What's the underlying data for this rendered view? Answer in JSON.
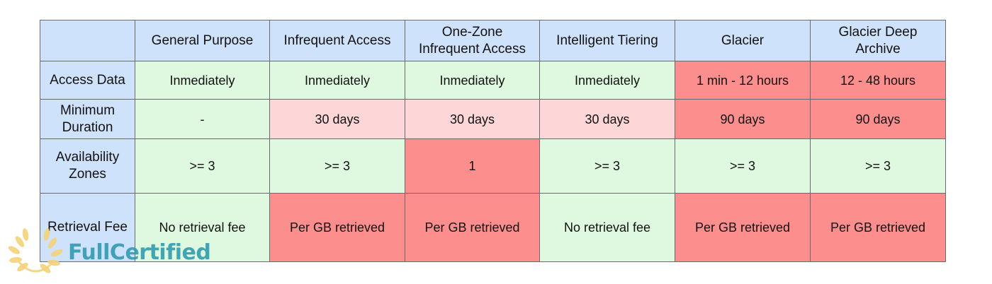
{
  "colors": {
    "header_blue": "#cfe2fc",
    "ok_green": "#dff8e0",
    "warn_pink": "#fdd6d8",
    "bad_red": "#fd8e8e",
    "border": "#6b6b6b"
  },
  "table": {
    "columns": [
      "",
      "General Purpose",
      "Infrequent Access",
      "One-Zone\nInfrequent Access",
      "Intelligent Tiering",
      "Glacier",
      "Glacier Deep\nArchive"
    ],
    "rows": [
      {
        "label": "Access Data",
        "cells": [
          {
            "text": "Inmediately",
            "status": "green"
          },
          {
            "text": "Inmediately",
            "status": "green"
          },
          {
            "text": "Inmediately",
            "status": "green"
          },
          {
            "text": "Inmediately",
            "status": "green"
          },
          {
            "text": "1 min - 12 hours",
            "status": "red"
          },
          {
            "text": "12 - 48 hours",
            "status": "red"
          }
        ]
      },
      {
        "label": "Minimum\nDuration",
        "cells": [
          {
            "text": "-",
            "status": "green"
          },
          {
            "text": "30 days",
            "status": "pink"
          },
          {
            "text": "30 days",
            "status": "pink"
          },
          {
            "text": "30 days",
            "status": "pink"
          },
          {
            "text": "90 days",
            "status": "red"
          },
          {
            "text": "90 days",
            "status": "red"
          }
        ]
      },
      {
        "label": "Availability\nZones",
        "cells": [
          {
            "text": ">= 3",
            "status": "green"
          },
          {
            "text": ">= 3",
            "status": "green"
          },
          {
            "text": "1",
            "status": "red"
          },
          {
            "text": ">= 3",
            "status": "green"
          },
          {
            "text": ">= 3",
            "status": "green"
          },
          {
            "text": ">= 3",
            "status": "green"
          }
        ]
      },
      {
        "label": "Retrieval Fee",
        "cells": [
          {
            "text": "No retrieval fee",
            "status": "green"
          },
          {
            "text": "Per GB retrieved",
            "status": "red"
          },
          {
            "text": "Per GB retrieved",
            "status": "red"
          },
          {
            "text": "No retrieval fee",
            "status": "green"
          },
          {
            "text": "Per GB retrieved",
            "status": "red"
          },
          {
            "text": "Per GB retrieved",
            "status": "red"
          }
        ]
      }
    ]
  },
  "watermark": {
    "text": "FullCertified",
    "icon": "laurel-wreath-icon"
  }
}
